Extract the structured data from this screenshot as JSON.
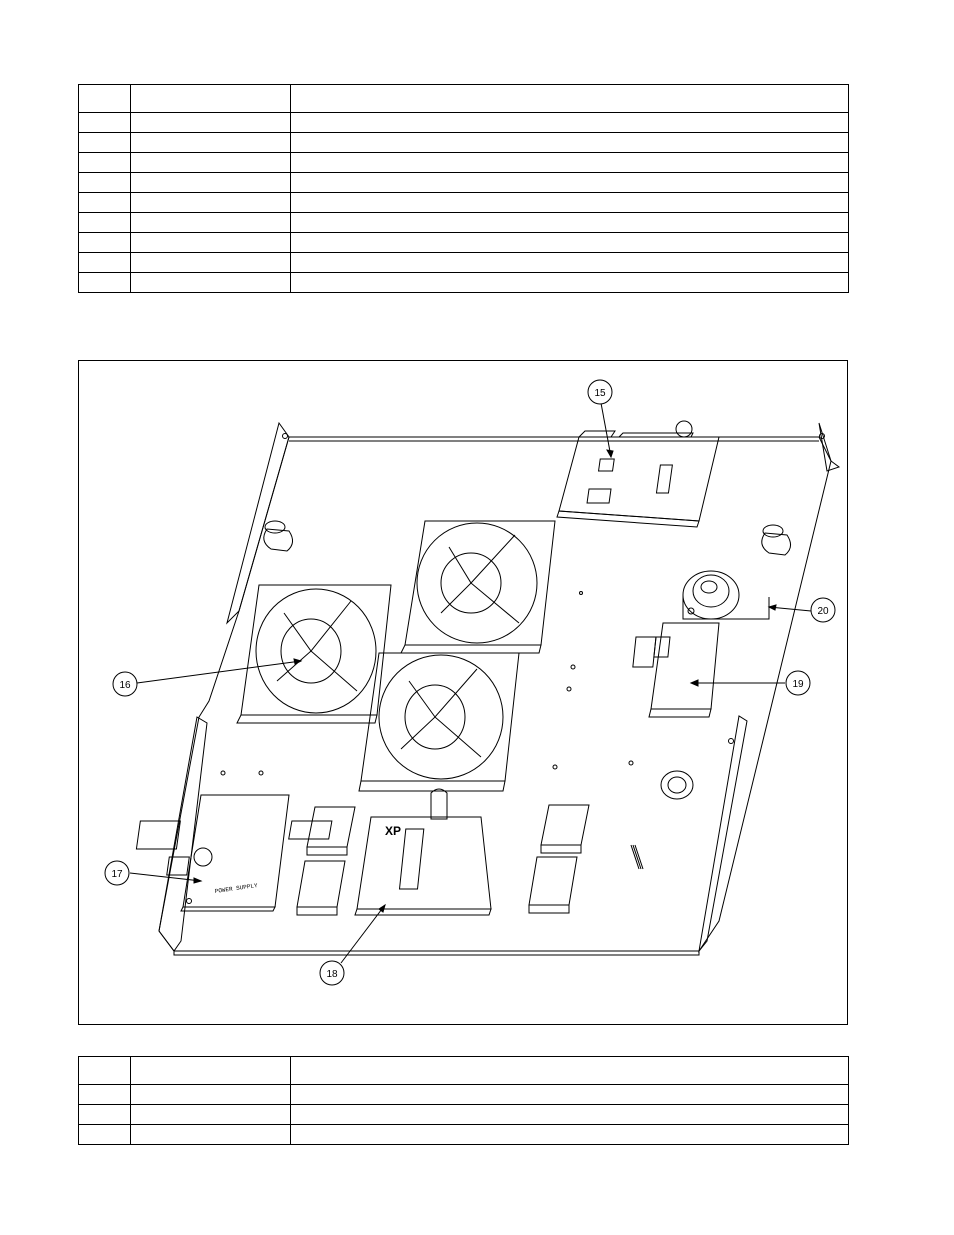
{
  "table_top": {
    "rows": 10
  },
  "figure": {
    "callouts": [
      {
        "id": "callout-15",
        "label": "15"
      },
      {
        "id": "callout-16",
        "label": "16"
      },
      {
        "id": "callout-17",
        "label": "17"
      },
      {
        "id": "callout-18",
        "label": "18"
      },
      {
        "id": "callout-19",
        "label": "19"
      },
      {
        "id": "callout-20",
        "label": "20"
      }
    ],
    "board_markings": {
      "power_supply": "POWER SUPPLY",
      "xp_module": "XP"
    }
  },
  "table_bottom": {
    "rows": 4
  }
}
